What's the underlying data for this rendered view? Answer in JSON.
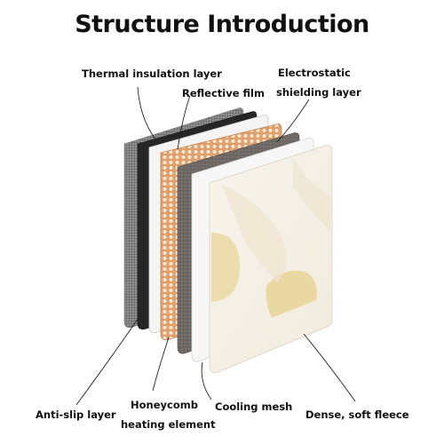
{
  "title": "Structure Introduction",
  "labels": {
    "thermal_insulation": "Thermal insulation layer",
    "reflective_film": "Reflective film",
    "electrostatic_1": "Electrostatic",
    "electrostatic_2": "shielding layer",
    "anti_slip": "Anti-slip layer",
    "honeycomb_1": "Honeycomb",
    "honeycomb_2": "heating element",
    "cooling_mesh": "Cooling mesh",
    "fleece": "Dense, soft fleece"
  },
  "layers": [
    {
      "name": "anti-slip-layer",
      "fill": "#8f8f8f"
    },
    {
      "name": "thermal-insulation-layer",
      "fill": "#2b2b2b"
    },
    {
      "name": "reflective-film",
      "fill": "#f4f4f4"
    },
    {
      "name": "honeycomb-heating-element",
      "fill": "#d9935f"
    },
    {
      "name": "electrostatic-shielding-layer",
      "fill": "#6f6a66"
    },
    {
      "name": "cooling-mesh",
      "fill": "#f7f7f7"
    },
    {
      "name": "dense-soft-fleece",
      "fill": "#f6efe2"
    }
  ]
}
